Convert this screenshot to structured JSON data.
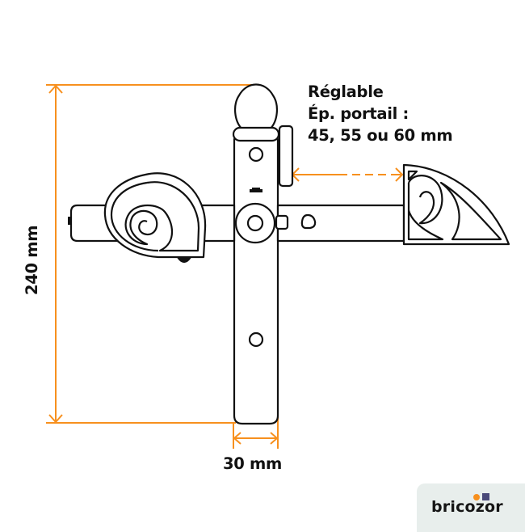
{
  "diagram": {
    "subject": "gate handle plate with spiral lever handles",
    "dimensions": {
      "height": "240 mm",
      "width": "30 mm"
    },
    "note": {
      "line1": "Réglable",
      "line2": "Ép. portail :",
      "line3": "45, 55 ou 60 mm"
    },
    "colors": {
      "dimension_line": "#f7901e",
      "outline": "#111111",
      "background": "#ffffff"
    }
  },
  "brand": {
    "name": "bricozor",
    "dot_color": "#f7901e",
    "square_color": "#4a4a7a",
    "badge_bg": "#e8eeec"
  }
}
